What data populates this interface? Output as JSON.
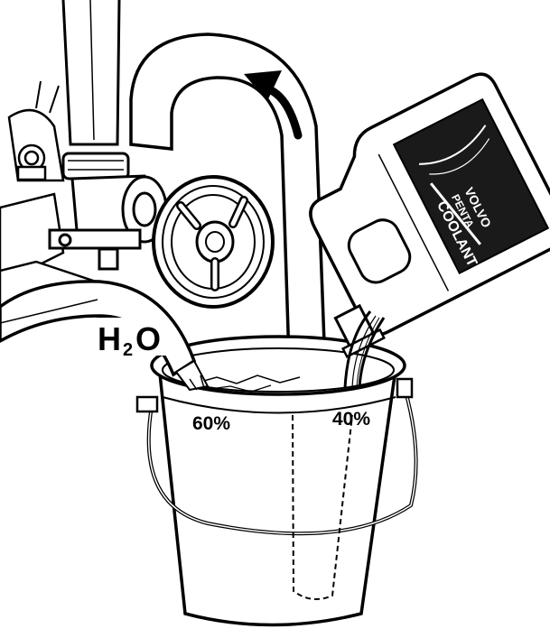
{
  "labels": {
    "water_formula": "H",
    "water_sub": "2",
    "water_o": "O",
    "water_percent": "60%",
    "coolant_percent": "40%"
  },
  "bottle": {
    "brand_line1": "VOLVO",
    "brand_line2": "PENTA",
    "brand_line3": "COOLANT"
  },
  "icons": [
    "flow-arrow-icon",
    "coolant-bottle-icon",
    "water-hose-icon",
    "bucket-icon"
  ],
  "colors": {
    "ink": "#000000",
    "paper": "#ffffff",
    "label_bg": "#1a1a1a"
  }
}
